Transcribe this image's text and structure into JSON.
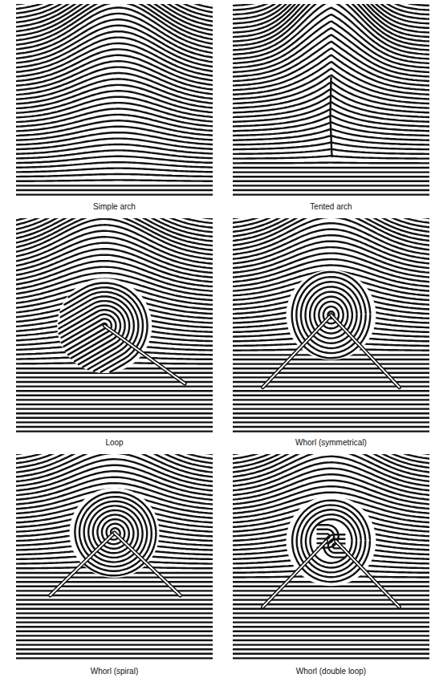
{
  "diagram": {
    "labels": [
      "Simple arch",
      "Tented arch",
      "Loop",
      "Whorl (symmetrical)",
      "Whorl (spiral)",
      "Whorl (double loop)"
    ]
  }
}
